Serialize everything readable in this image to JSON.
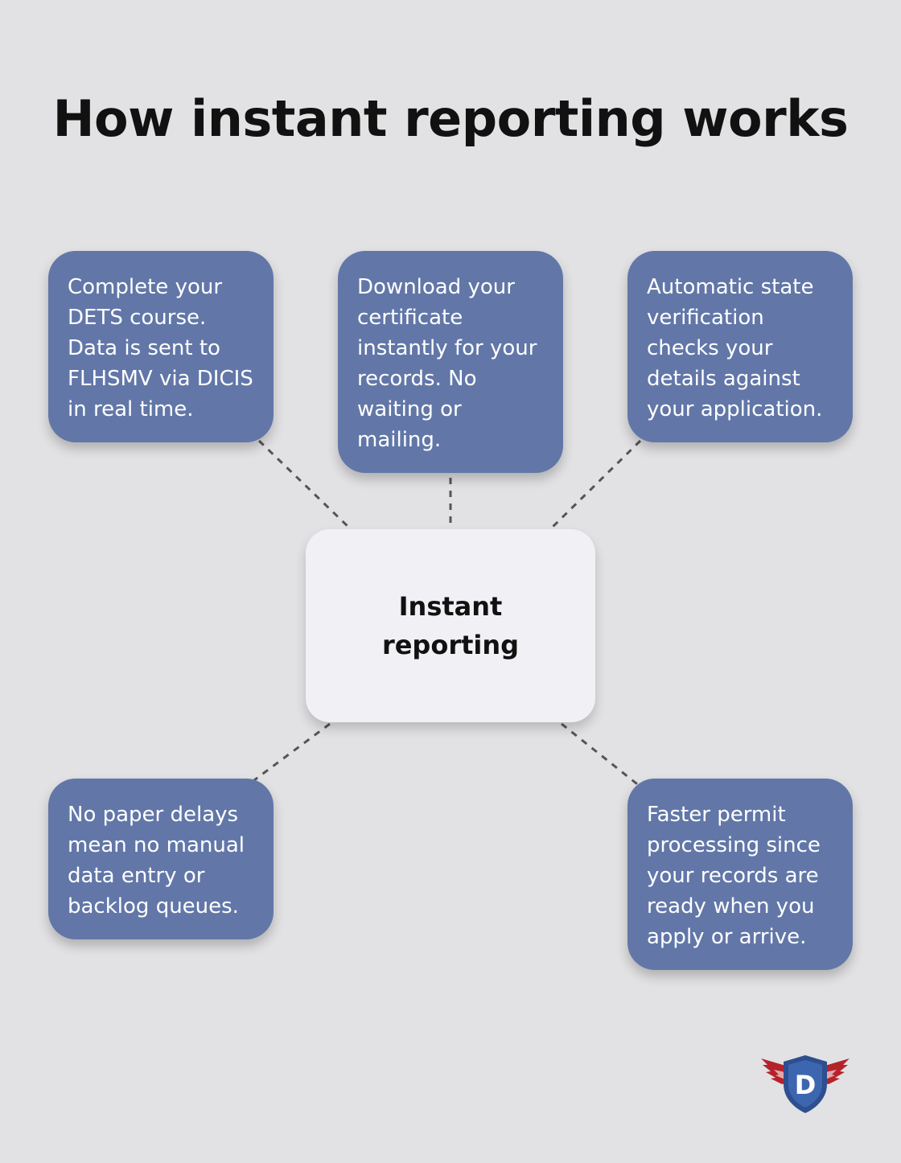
{
  "title": "How instant reporting works",
  "center": {
    "label": "Instant reporting"
  },
  "steps": [
    {
      "text": "Complete your DETS course. Data is sent to FLHSMV via DICIS in real time."
    },
    {
      "text": "Download your certificate instantly for your records. No waiting or mailing."
    },
    {
      "text": "Automatic state verification checks your details against your application."
    },
    {
      "text": "No paper delays mean no manual data entry or backlog queues."
    },
    {
      "text": "Faster permit processing since your records are ready when you apply or arrive."
    }
  ],
  "logo": {
    "letter": "D",
    "icon": "winged-shield-logo-icon"
  },
  "colors": {
    "background": "#e2e2e4",
    "card": "#6277a8",
    "center_box": "#f1f1f5",
    "connector": "#555555",
    "logo_blue": "#2e4f8f",
    "logo_red": "#b4232b"
  }
}
